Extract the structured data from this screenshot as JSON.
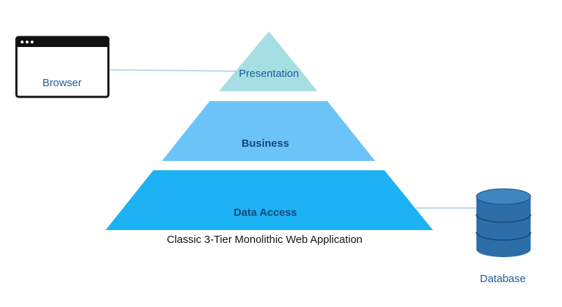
{
  "browser": {
    "label": "Browser",
    "icon": "browser-window-icon"
  },
  "pyramid": {
    "tiers": [
      {
        "label": "Presentation",
        "color": "#a6dfe3"
      },
      {
        "label": "Business",
        "color": "#6cc3f7"
      },
      {
        "label": "Data Access",
        "color": "#1cb2f3"
      }
    ],
    "caption": "Classic 3-Tier Monolithic Web Application"
  },
  "database": {
    "label": "Database",
    "icon": "database-cylinder-icon",
    "color": "#2d6ea8"
  },
  "colors": {
    "connector": "#a6cde3",
    "label_text": "#1f5a9b"
  }
}
